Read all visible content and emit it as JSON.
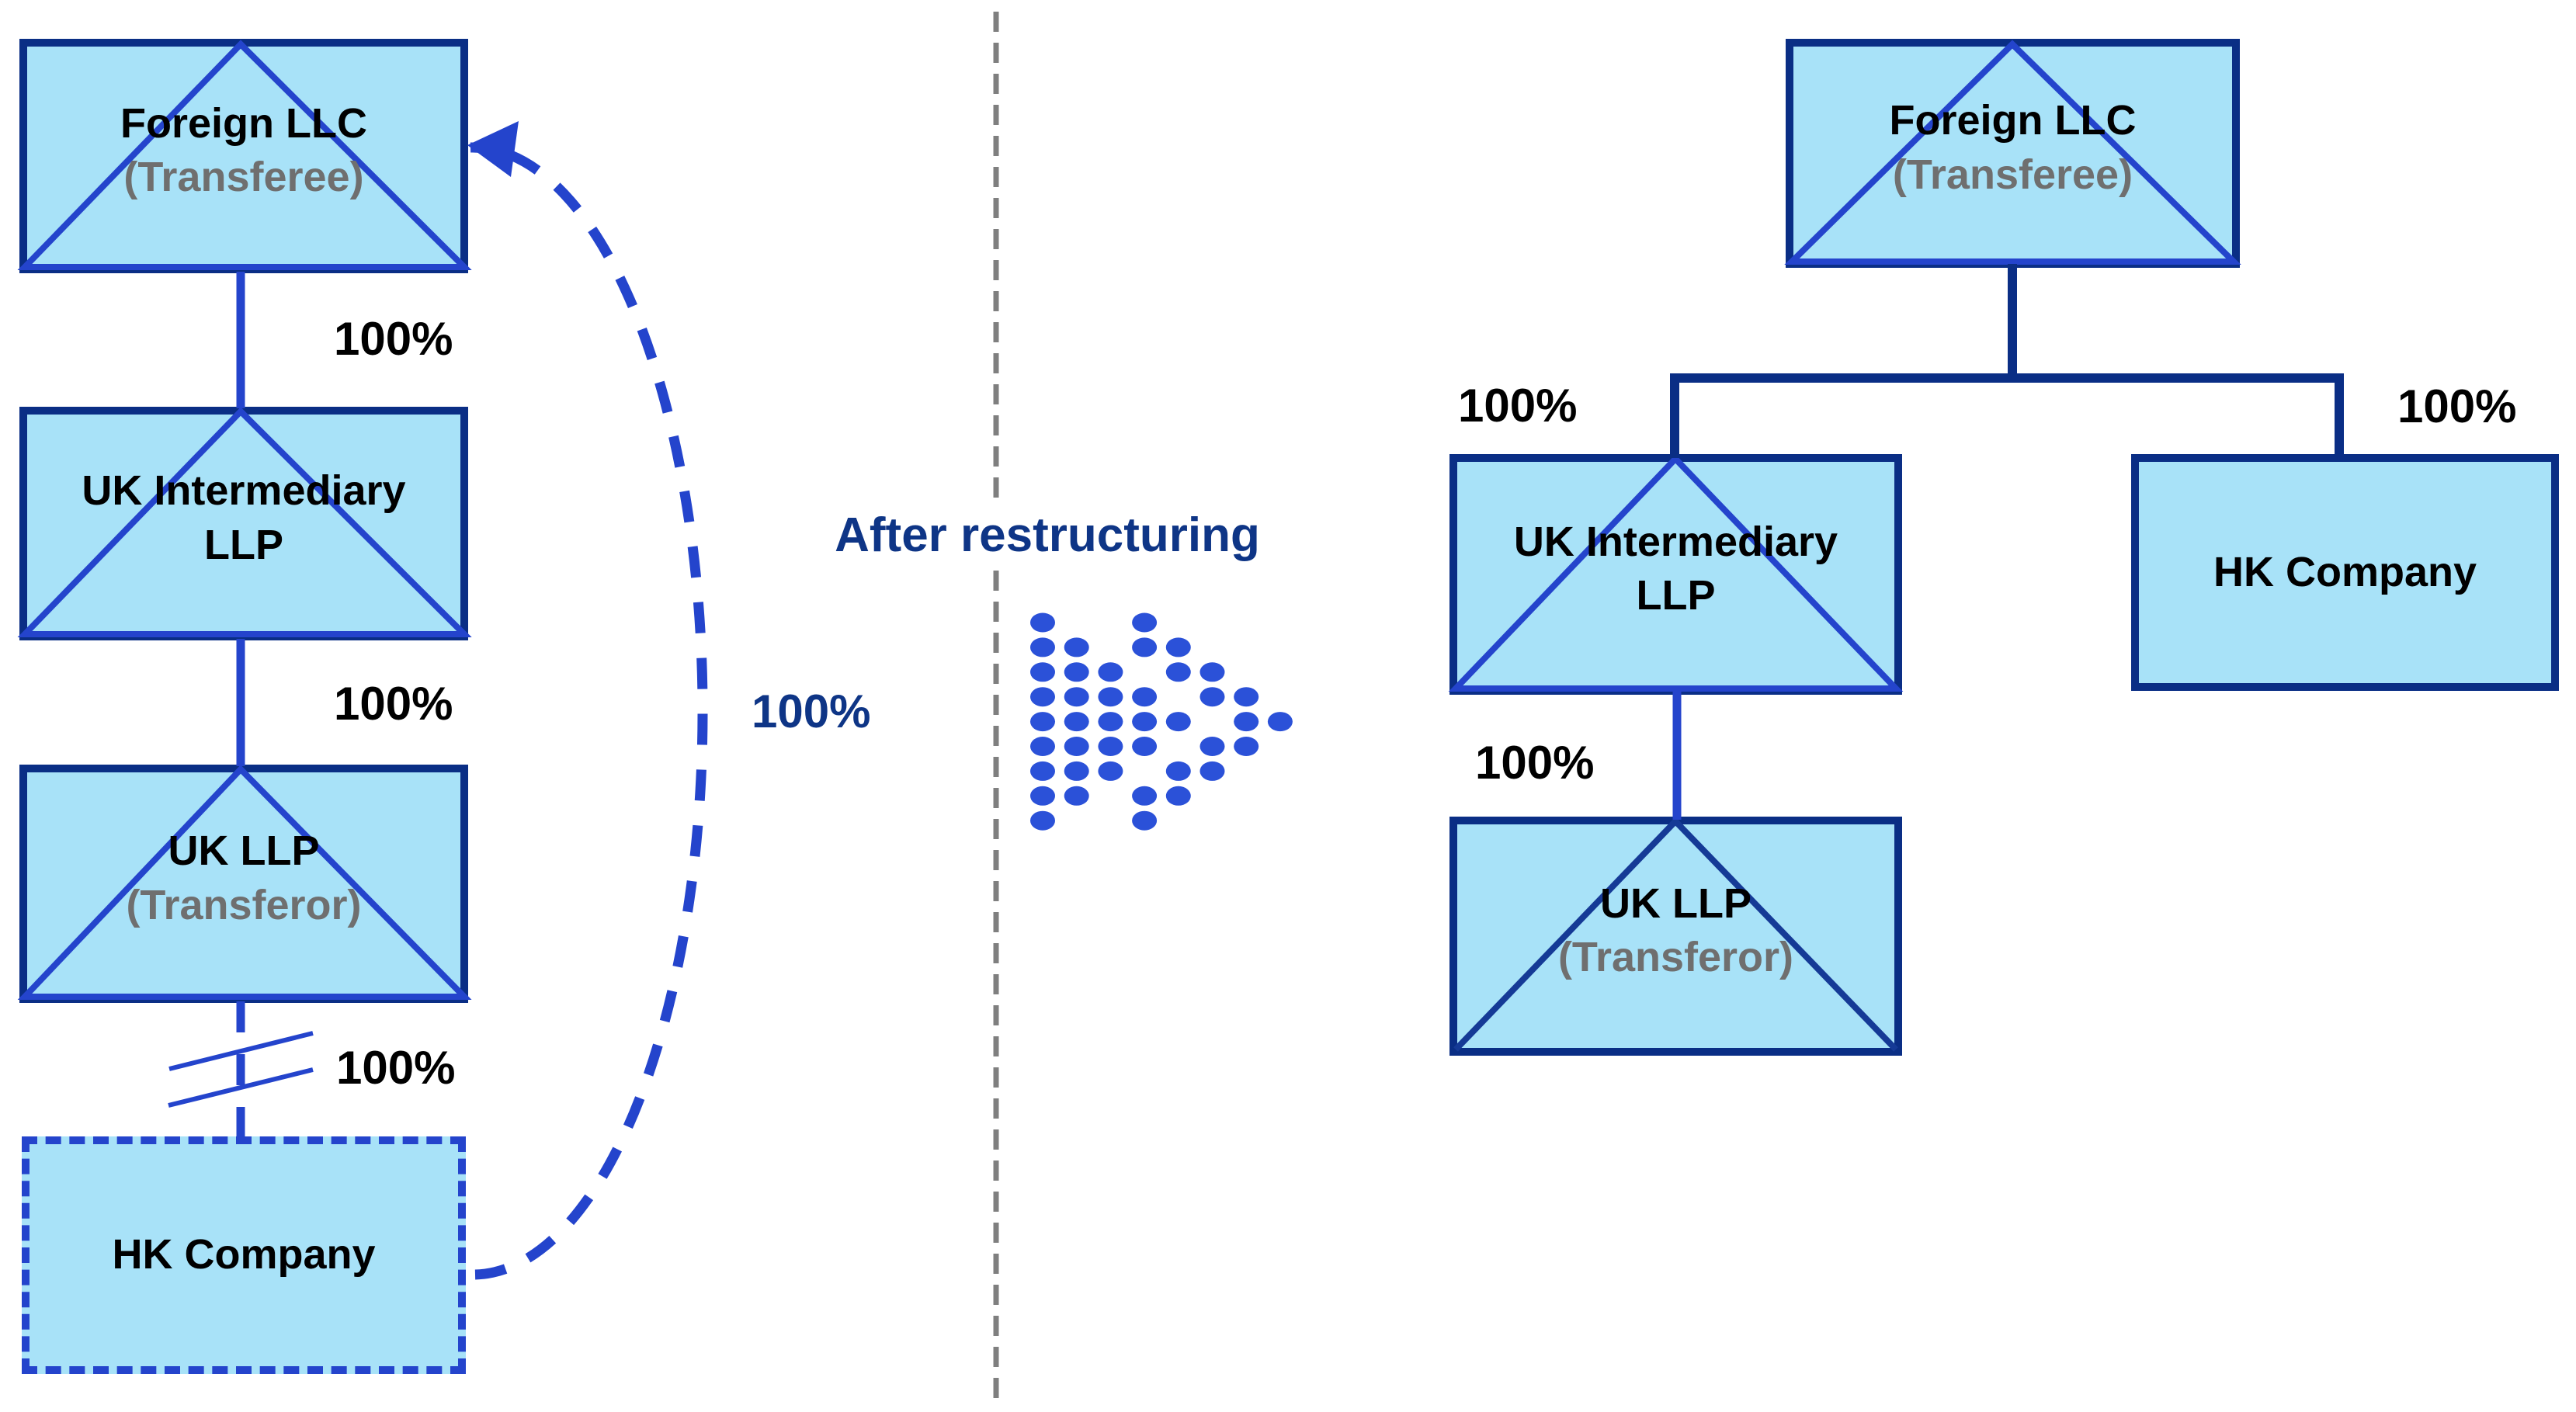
{
  "title": "After restructuring",
  "palette": {
    "navy": "#0a2e85",
    "royal": "#2444cc",
    "dot": "#2b51d8",
    "box_fill": "#a8e2f8",
    "text_muted": "#6f6f6f",
    "divider_gray": "#7f7f7f",
    "title_navy": "#0e3586",
    "black": "#000000"
  },
  "left_diagram": {
    "box_foreign": {
      "line1": "Foreign LLC",
      "line2": "(Transferee)"
    },
    "box_ukint": {
      "line1": "UK Intermediary",
      "line2": "LLP"
    },
    "box_ukllp": {
      "line1": "UK LLP",
      "line2": "(Transferor)"
    },
    "box_hk": {
      "line1": "HK Company"
    },
    "pct_top": "100%",
    "pct_mid": "100%",
    "pct_bottom": "100%",
    "pct_arc": "100%"
  },
  "right_diagram": {
    "box_foreign": {
      "line1": "Foreign LLC",
      "line2": "(Transferee)"
    },
    "box_ukint": {
      "line1": "UK Intermediary",
      "line2": "LLP"
    },
    "box_hk": {
      "line1": "HK Company"
    },
    "box_ukllp": {
      "line1": "UK LLP",
      "line2": "(Transferor)"
    },
    "pct_left": "100%",
    "pct_right": "100%",
    "pct_mid": "100%"
  }
}
